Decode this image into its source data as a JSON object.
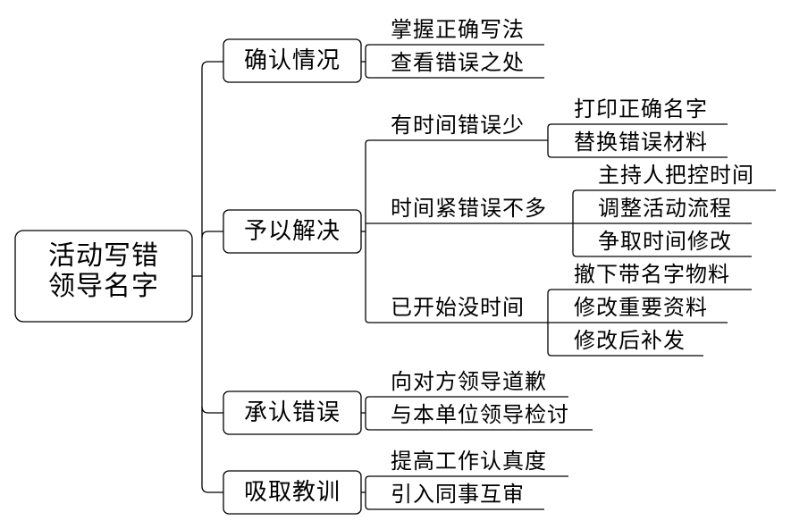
{
  "root": {
    "line1": "活动写错",
    "line2": "领导名字"
  },
  "branches": [
    {
      "label": "确认情况",
      "children": [
        {
          "label": "掌握正确写法"
        },
        {
          "label": "查看错误之处"
        }
      ]
    },
    {
      "label": "予以解决",
      "children": [
        {
          "label": "有时间错误少",
          "children": [
            {
              "label": "打印正确名字"
            },
            {
              "label": "替换错误材料"
            }
          ]
        },
        {
          "label": "时间紧错误不多",
          "children": [
            {
              "label": "主持人把控时间"
            },
            {
              "label": "调整活动流程"
            },
            {
              "label": "争取时间修改"
            }
          ]
        },
        {
          "label": "已开始没时间",
          "children": [
            {
              "label": "撤下带名字物料"
            },
            {
              "label": "修改重要资料"
            },
            {
              "label": "修改后补发"
            }
          ]
        }
      ]
    },
    {
      "label": "承认错误",
      "children": [
        {
          "label": "向对方领导道歉"
        },
        {
          "label": "与本单位领导检讨"
        }
      ]
    },
    {
      "label": "吸取教训",
      "children": [
        {
          "label": "提高工作认真度"
        },
        {
          "label": "引入同事互审"
        }
      ]
    }
  ]
}
